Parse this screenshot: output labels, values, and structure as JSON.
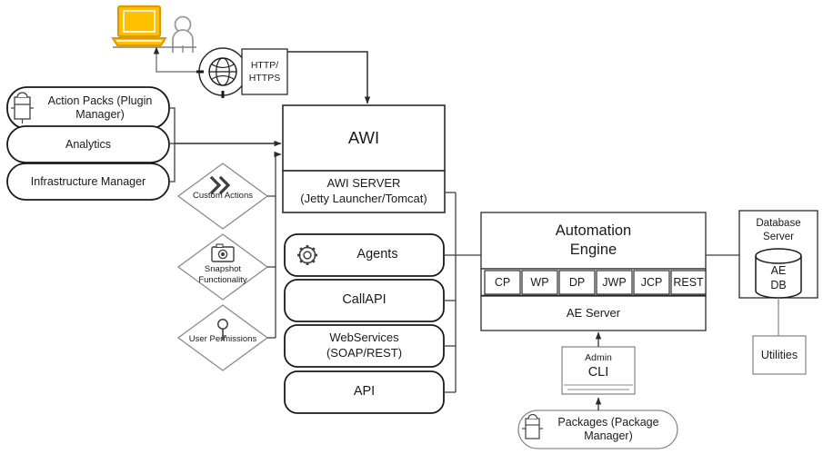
{
  "diagram": {
    "title": "AWI / Automation Engine Architecture",
    "colors": {
      "laptop_fill": "#FFC000",
      "laptop_stroke": "#D99B00",
      "line": "#3f3f3f",
      "line_light": "#808080",
      "box_stroke": "#2b2b2b",
      "diamond_stroke": "#7f7f7f",
      "text": "#1a1a1a",
      "background": "#ffffff"
    },
    "client": {
      "laptop_icon": "laptop-icon",
      "user_icon": "user-person-icon"
    },
    "network": {
      "globe_icon": "globe-network-icon",
      "protocol_label": "HTTP/\nHTTPS"
    },
    "left_stack": [
      {
        "label": "Action Packs (Plugin\nManager)",
        "icon": "package-plugin-icon",
        "name": "action-packs"
      },
      {
        "label": "Analytics",
        "icon": null,
        "name": "analytics"
      },
      {
        "label": "Infrastructure Manager",
        "icon": null,
        "name": "infrastructure-manager"
      }
    ],
    "diamonds": [
      {
        "label": "Custom Actions",
        "icon": "double-chevron-icon",
        "name": "custom-actions"
      },
      {
        "label": "Snapshot\nFunctionality",
        "icon": "camera-icon",
        "name": "snapshot-functionality"
      },
      {
        "label": "User Permissions",
        "icon": "key-icon",
        "name": "user-permissions"
      }
    ],
    "awi": {
      "title": "AWI",
      "server_label": "AWI SERVER\n(Jetty Launcher/Tomcat)"
    },
    "awi_services": [
      {
        "label": "Agents",
        "icon": "gear-icon",
        "name": "agents"
      },
      {
        "label": "CallAPI",
        "icon": null,
        "name": "callapi"
      },
      {
        "label": "WebServices\n(SOAP/REST)",
        "icon": null,
        "name": "webservices"
      },
      {
        "label": "API",
        "icon": null,
        "name": "api"
      }
    ],
    "automation_engine": {
      "title": "Automation\nEngine",
      "processes": [
        "CP",
        "WP",
        "DP",
        "JWP",
        "JCP",
        "REST"
      ],
      "server_label": "AE Server"
    },
    "database_server": {
      "title": "Database\nServer",
      "db_label": "AE\nDB",
      "db_icon": "database-cylinder-icon"
    },
    "utilities": {
      "label": "Utilities"
    },
    "admin_cli": {
      "top_label": "Admin",
      "main_label": "CLI"
    },
    "packages": {
      "label": "Packages (Package Manager)",
      "icon": "package-plugin-icon"
    }
  }
}
